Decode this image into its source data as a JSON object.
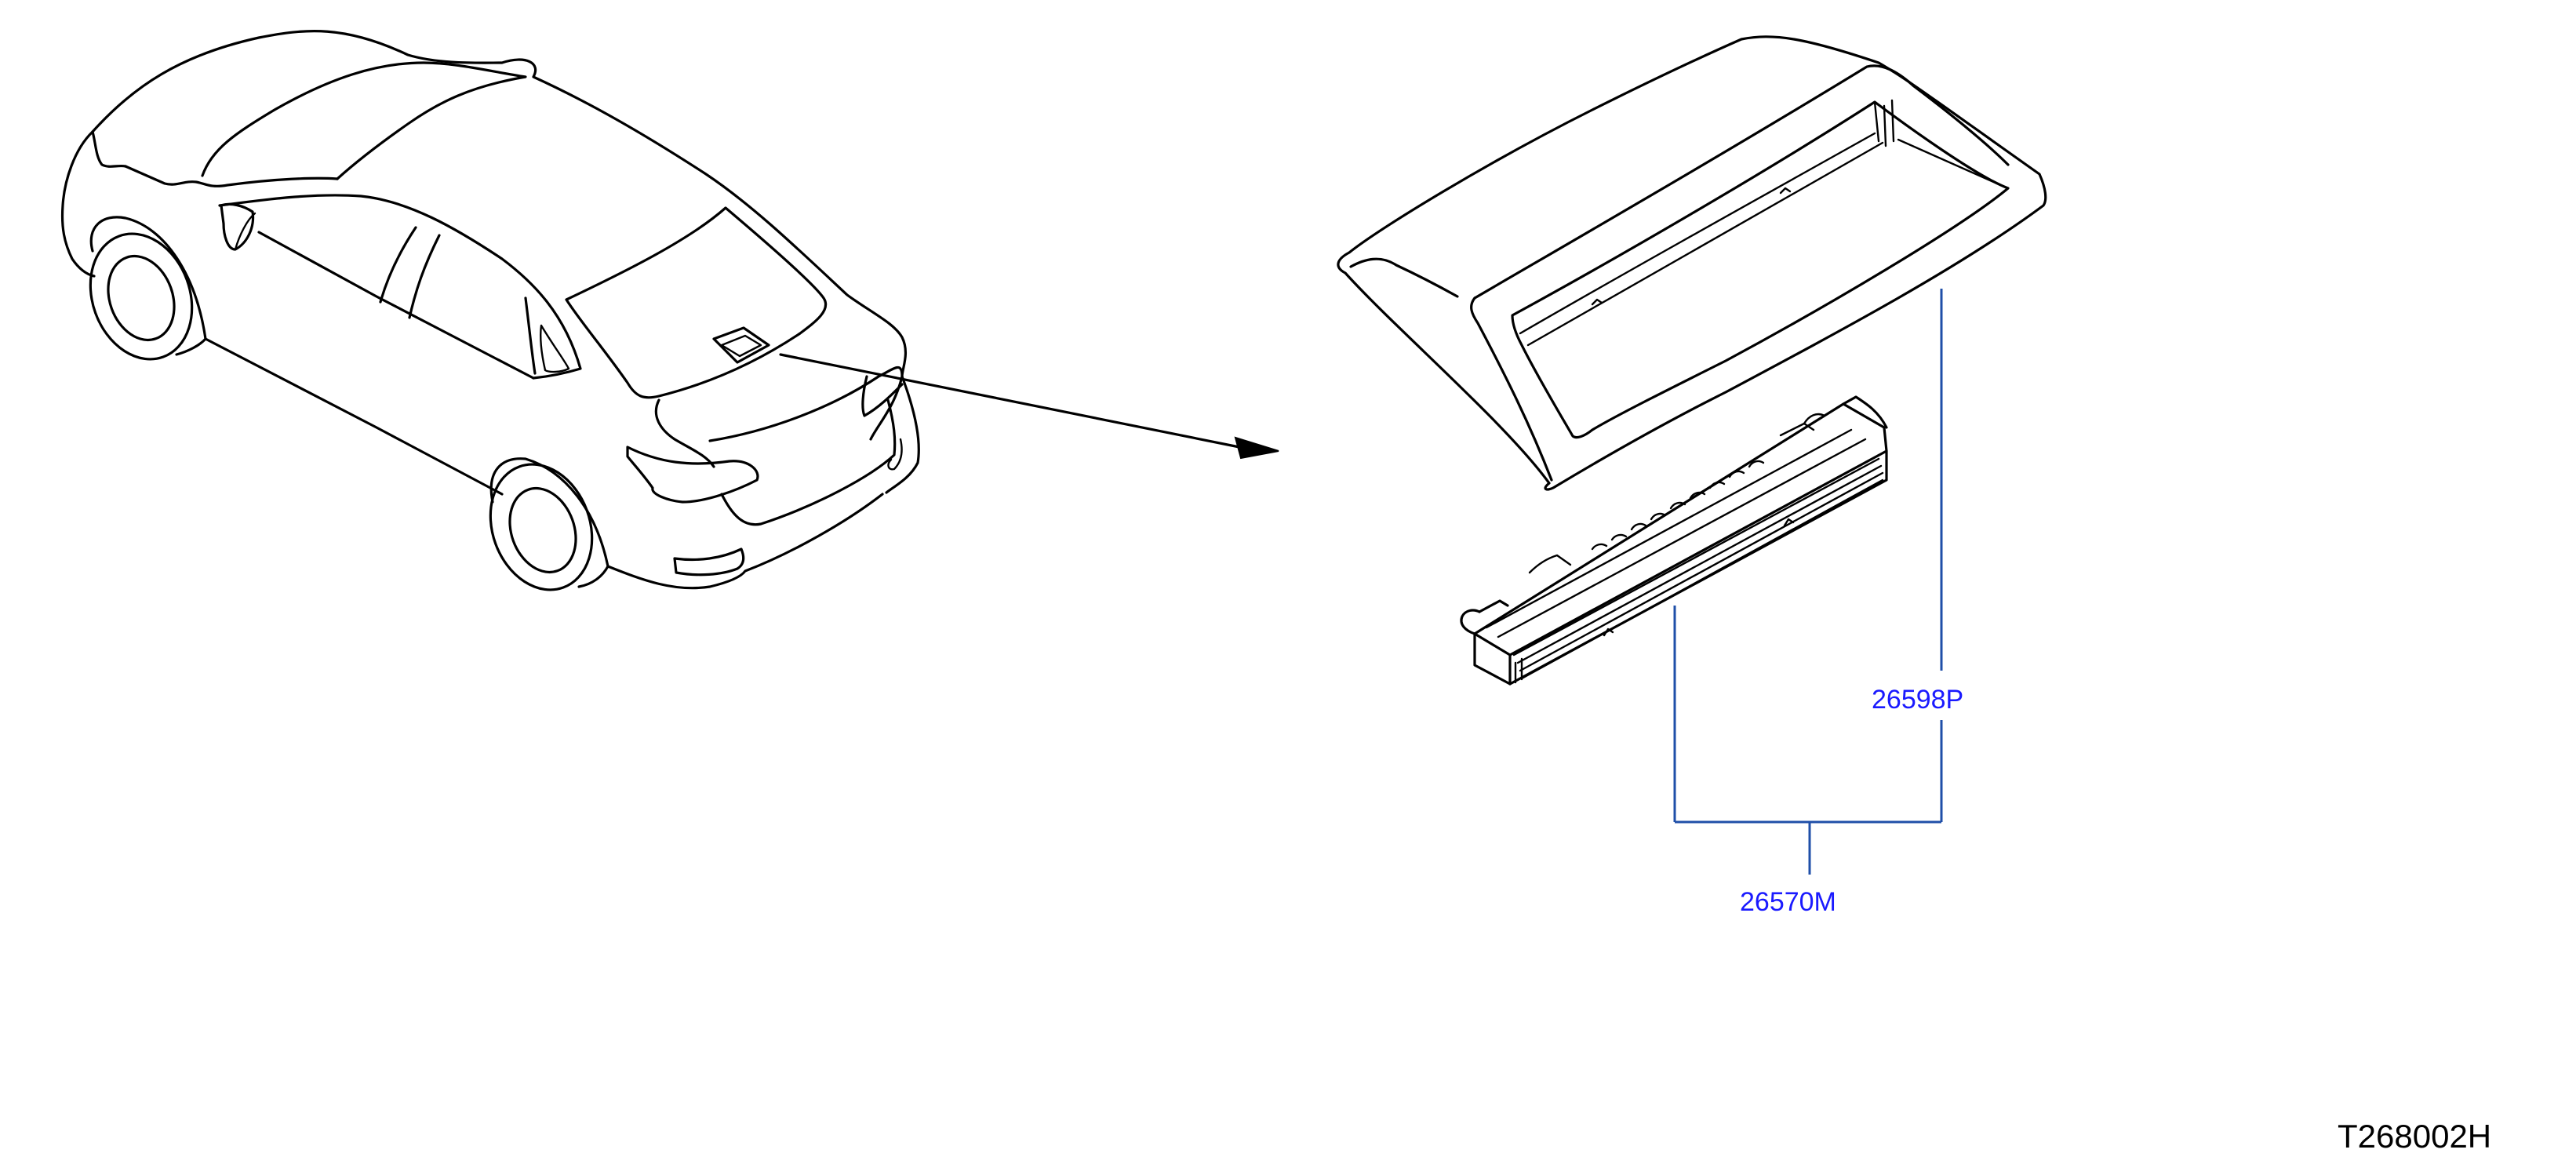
{
  "colors": {
    "background": "#ffffff",
    "line": "#000000",
    "callout_text": "#1a1aff",
    "leader": "#1f4fa8"
  },
  "callouts": [
    {
      "part_no": "26598P"
    },
    {
      "part_no": "26570M"
    }
  ],
  "drawing_id": "T268002H"
}
